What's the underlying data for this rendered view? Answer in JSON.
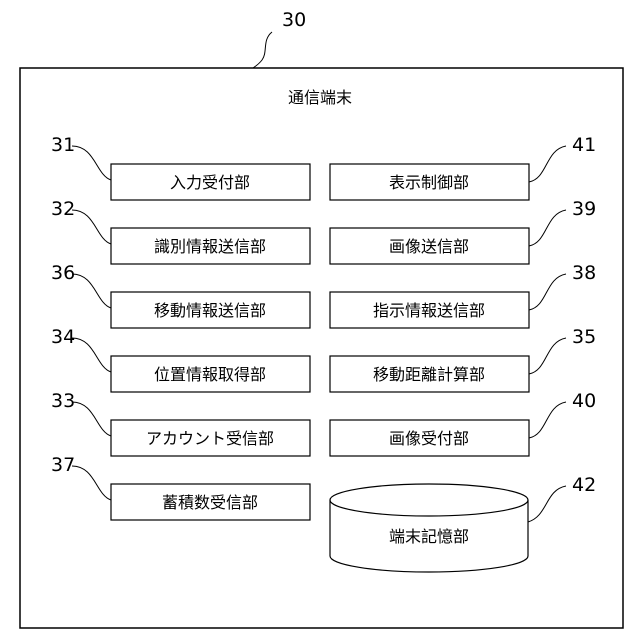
{
  "device": {
    "ref": "30",
    "title": "通信端末"
  },
  "left_units": [
    {
      "ref": "31",
      "label": "入力受付部"
    },
    {
      "ref": "32",
      "label": "識別情報送信部"
    },
    {
      "ref": "36",
      "label": "移動情報送信部"
    },
    {
      "ref": "34",
      "label": "位置情報取得部"
    },
    {
      "ref": "33",
      "label": "アカウント受信部"
    },
    {
      "ref": "37",
      "label": "蓄積数受信部"
    }
  ],
  "right_units": [
    {
      "ref": "41",
      "label": "表示制御部"
    },
    {
      "ref": "39",
      "label": "画像送信部"
    },
    {
      "ref": "38",
      "label": "指示情報送信部"
    },
    {
      "ref": "35",
      "label": "移動距離計算部"
    },
    {
      "ref": "40",
      "label": "画像受付部"
    }
  ],
  "storage": {
    "ref": "42",
    "label": "端末記憶部"
  }
}
